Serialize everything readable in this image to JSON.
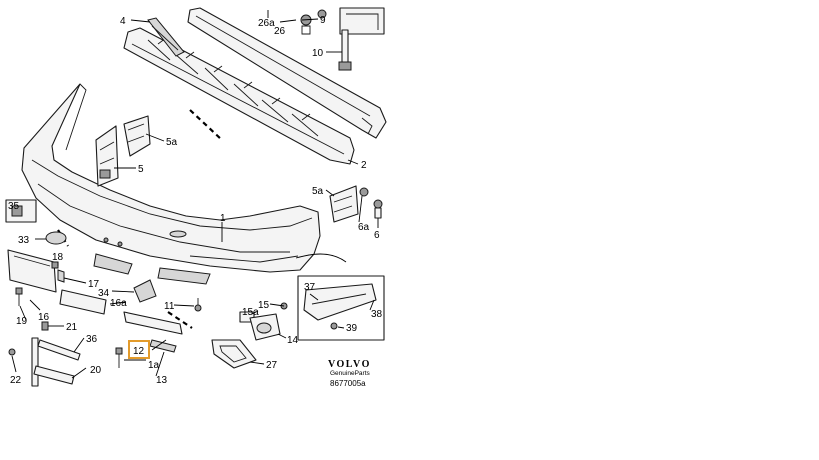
{
  "callouts": {
    "c4": "4",
    "c26a": "26a",
    "c26": "26",
    "c9": "9",
    "c10": "10",
    "c2": "2",
    "c5a_top": "5a",
    "c5": "5",
    "c5a_right": "5a",
    "c6a": "6a",
    "c6": "6",
    "c1": "1",
    "c35": "35",
    "c33": "33",
    "c18": "18",
    "c17": "17",
    "c34": "34",
    "c16a": "16a",
    "c11": "11",
    "c15": "15",
    "c15a": "15a",
    "c37": "37",
    "c38": "38",
    "c39": "39",
    "c14": "14",
    "c19": "19",
    "c16": "16",
    "c21": "21",
    "c36": "36",
    "c12": "12",
    "c1a": "1a",
    "c13": "13",
    "c27": "27",
    "c22": "22",
    "c20": "20"
  },
  "highlight_color": "#e39b2b",
  "footer": {
    "brand": "VOLVO",
    "tagline": "GenuineParts",
    "code": "8677005a"
  }
}
